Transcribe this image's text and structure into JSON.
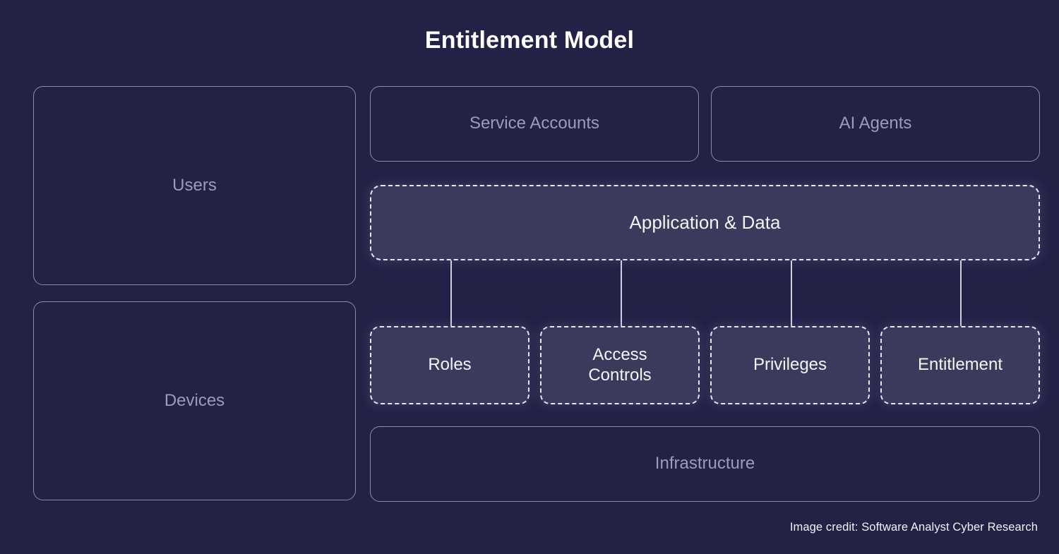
{
  "title": "Entitlement Model",
  "background_color": "#232146",
  "colors": {
    "background": "#232146",
    "panel_fill": "#3b3a5c",
    "solid_border": "#8c8aa8",
    "dashed_border": "#e7e7f2",
    "muted_text": "#9d9cb8",
    "bright_text": "#f4f4fa",
    "title_text": "#ffffff",
    "arrow": "#e3e3ee"
  },
  "identity_column": {
    "items": [
      {
        "id": "users",
        "label": "Users",
        "style": "solid"
      },
      {
        "id": "devices",
        "label": "Devices",
        "style": "solid"
      }
    ]
  },
  "top_row": {
    "items": [
      {
        "id": "service-accounts",
        "label": "Service Accounts",
        "style": "solid"
      },
      {
        "id": "ai-agents",
        "label": "AI Agents",
        "style": "solid"
      }
    ]
  },
  "application_layer": {
    "label": "Application & Data",
    "style": "dashed"
  },
  "entitlement_row": {
    "items": [
      {
        "id": "roles",
        "label": "Roles",
        "style": "dashed"
      },
      {
        "id": "access-controls",
        "label": "Access\nControls",
        "style": "dashed"
      },
      {
        "id": "privileges",
        "label": "Privileges",
        "style": "dashed"
      },
      {
        "id": "entitlement",
        "label": "Entitlement",
        "style": "dashed"
      }
    ]
  },
  "infrastructure_layer": {
    "label": "Infrastructure",
    "style": "solid"
  },
  "connections": [
    {
      "from": "application-data",
      "to": "roles"
    },
    {
      "from": "application-data",
      "to": "access-controls"
    },
    {
      "from": "application-data",
      "to": "privileges"
    },
    {
      "from": "application-data",
      "to": "entitlement"
    }
  ],
  "credit": "Image credit: Software Analyst Cyber Research"
}
